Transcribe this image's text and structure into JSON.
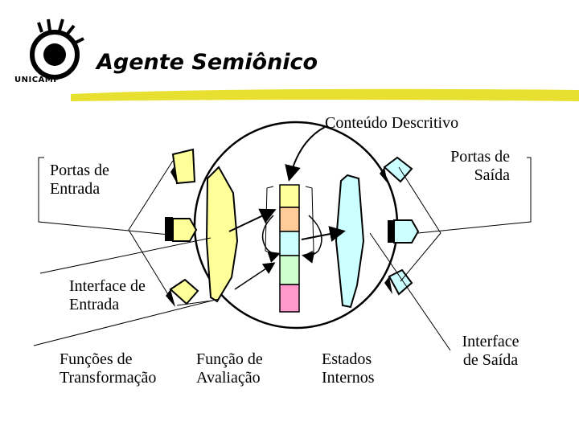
{
  "header": {
    "title": "Agente Semiônico",
    "logo_text": "UNICAMP"
  },
  "labels": {
    "conteudo_descritivo": "Conteúdo Descritivo",
    "portas_entrada_1": "Portas de",
    "portas_entrada_2": "Entrada",
    "portas_saida_1": "Portas de",
    "portas_saida_2": "Saída",
    "interface_entrada_1": "Interface de",
    "interface_entrada_2": "Entrada",
    "funcoes_transformacao_1": "Funções de",
    "funcoes_transformacao_2": "Transformação",
    "funcao_avaliacao_1": "Função de",
    "funcao_avaliacao_2": "Avaliação",
    "estados_internos_1": "Estados",
    "estados_internos_2": "Internos",
    "interface_saida_1": "Interface",
    "interface_saida_2": "de Saída"
  },
  "colors": {
    "input_side": "#ffff99",
    "output_side": "#ccffff",
    "state_yellow": "#ffff99",
    "state_orange": "#ffcc99",
    "state_cyan": "#ccffff",
    "state_green": "#ccffcc",
    "state_pink": "#ff99cc",
    "underline": "#e8e030"
  }
}
